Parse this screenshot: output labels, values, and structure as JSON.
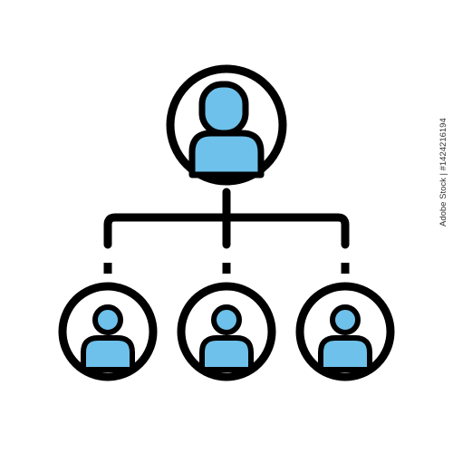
{
  "colors": {
    "stroke": "#000000",
    "person_fill": "#6EC1EA",
    "background": "#ffffff"
  },
  "nodes": [
    {
      "role": "top",
      "icon": "person-circle-icon"
    },
    {
      "role": "bottom-left",
      "icon": "person-circle-icon"
    },
    {
      "role": "bottom-center",
      "icon": "person-circle-icon"
    },
    {
      "role": "bottom-right",
      "icon": "person-circle-icon"
    }
  ],
  "stock_id": "Adobe Stock | #1424216194"
}
